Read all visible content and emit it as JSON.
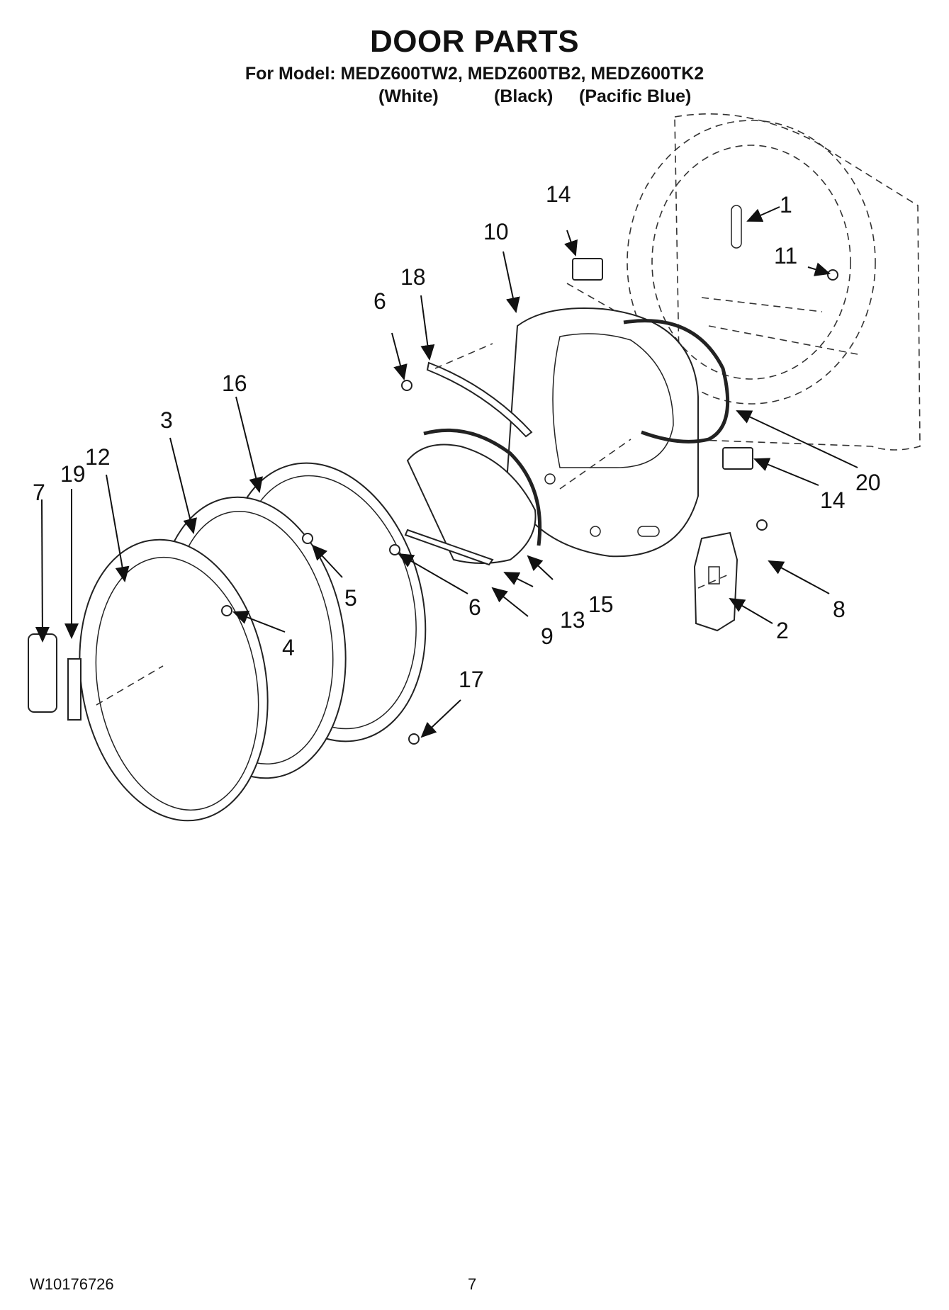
{
  "header": {
    "title": "DOOR PARTS",
    "subtitle": "For Model: MEDZ600TW2, MEDZ600TB2, MEDZ600TK2",
    "color_white": "(White)",
    "color_black": "(Black)",
    "color_blue": "(Pacific Blue)"
  },
  "callouts": {
    "c1": "1",
    "c2": "2",
    "c3": "3",
    "c4": "4",
    "c5": "5",
    "c6a": "6",
    "c6b": "6",
    "c7": "7",
    "c8": "8",
    "c9": "9",
    "c10": "10",
    "c11": "11",
    "c12": "12",
    "c13": "13",
    "c14a": "14",
    "c14b": "14",
    "c15": "15",
    "c16": "16",
    "c17": "17",
    "c18": "18",
    "c19": "19",
    "c20": "20"
  },
  "footer": {
    "doc_code": "W10176726",
    "page_number": "7"
  }
}
